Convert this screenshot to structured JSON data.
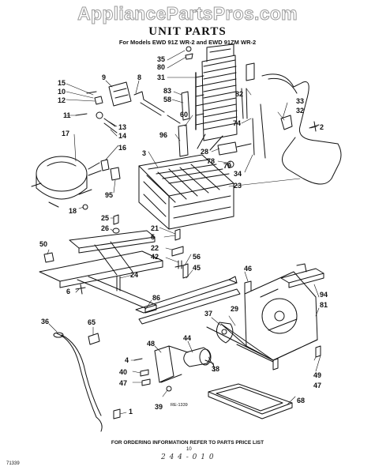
{
  "watermark": "AppliancePartsPros.com",
  "title": "UNIT PARTS",
  "subtitle": "For Models EWD 91Z WR-2 and EWD 91ZM WR-2",
  "footer": "FOR ORDERING INFORMATION REFER TO PARTS PRICE LIST",
  "page_number": "10",
  "handwritten_note": "2 4 4 - 0 1 0",
  "corner_code": "71339",
  "drawing_code": "RE-1339",
  "callouts": [
    "35",
    "80",
    "31",
    "9",
    "8",
    "15",
    "10",
    "12",
    "11",
    "83",
    "58",
    "82",
    "33",
    "32",
    "13",
    "14",
    "17",
    "16",
    "60",
    "74",
    "96",
    "28",
    "78",
    "2",
    "3",
    "79",
    "34",
    "23",
    "95",
    "18",
    "25",
    "26",
    "21",
    "5",
    "22",
    "42",
    "56",
    "50",
    "45",
    "24",
    "46",
    "6",
    "86",
    "94",
    "81",
    "36",
    "65",
    "29",
    "37",
    "48",
    "44",
    "4",
    "40",
    "47",
    "38",
    "39",
    "1",
    "49",
    "68"
  ]
}
